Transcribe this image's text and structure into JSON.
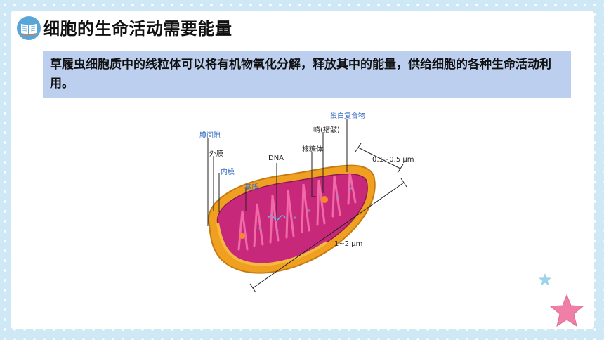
{
  "slide": {
    "title": "细胞的生命活动需要能量",
    "body_text": "草履虫细胞质中的线粒体可以将有机物氧化分解，释放其中的能量，供给细胞的各种生命活动利用。"
  },
  "figure": {
    "labels": {
      "intermembrane_space": "膜间隙",
      "outer_membrane": "外膜",
      "inner_membrane": "内膜",
      "matrix": "基质",
      "dna": "DNA",
      "ribosome": "核糖体",
      "cristae": "嵴(褶皱)",
      "protein_complex": "蛋白复合物",
      "width_measure": "0.1~0.5 μm",
      "length_measure": "1~2 μm"
    }
  },
  "colors": {
    "frame": "#cfe8f5",
    "highlight": "#bccfee",
    "label_blue": "#3b6fc4",
    "outer_membrane": "#f0a020",
    "matrix": "#c8287a",
    "star_pink": "#f07fa8",
    "star_blue": "#9fd3ea"
  },
  "icons": [
    "book-icon",
    "star-icon"
  ]
}
